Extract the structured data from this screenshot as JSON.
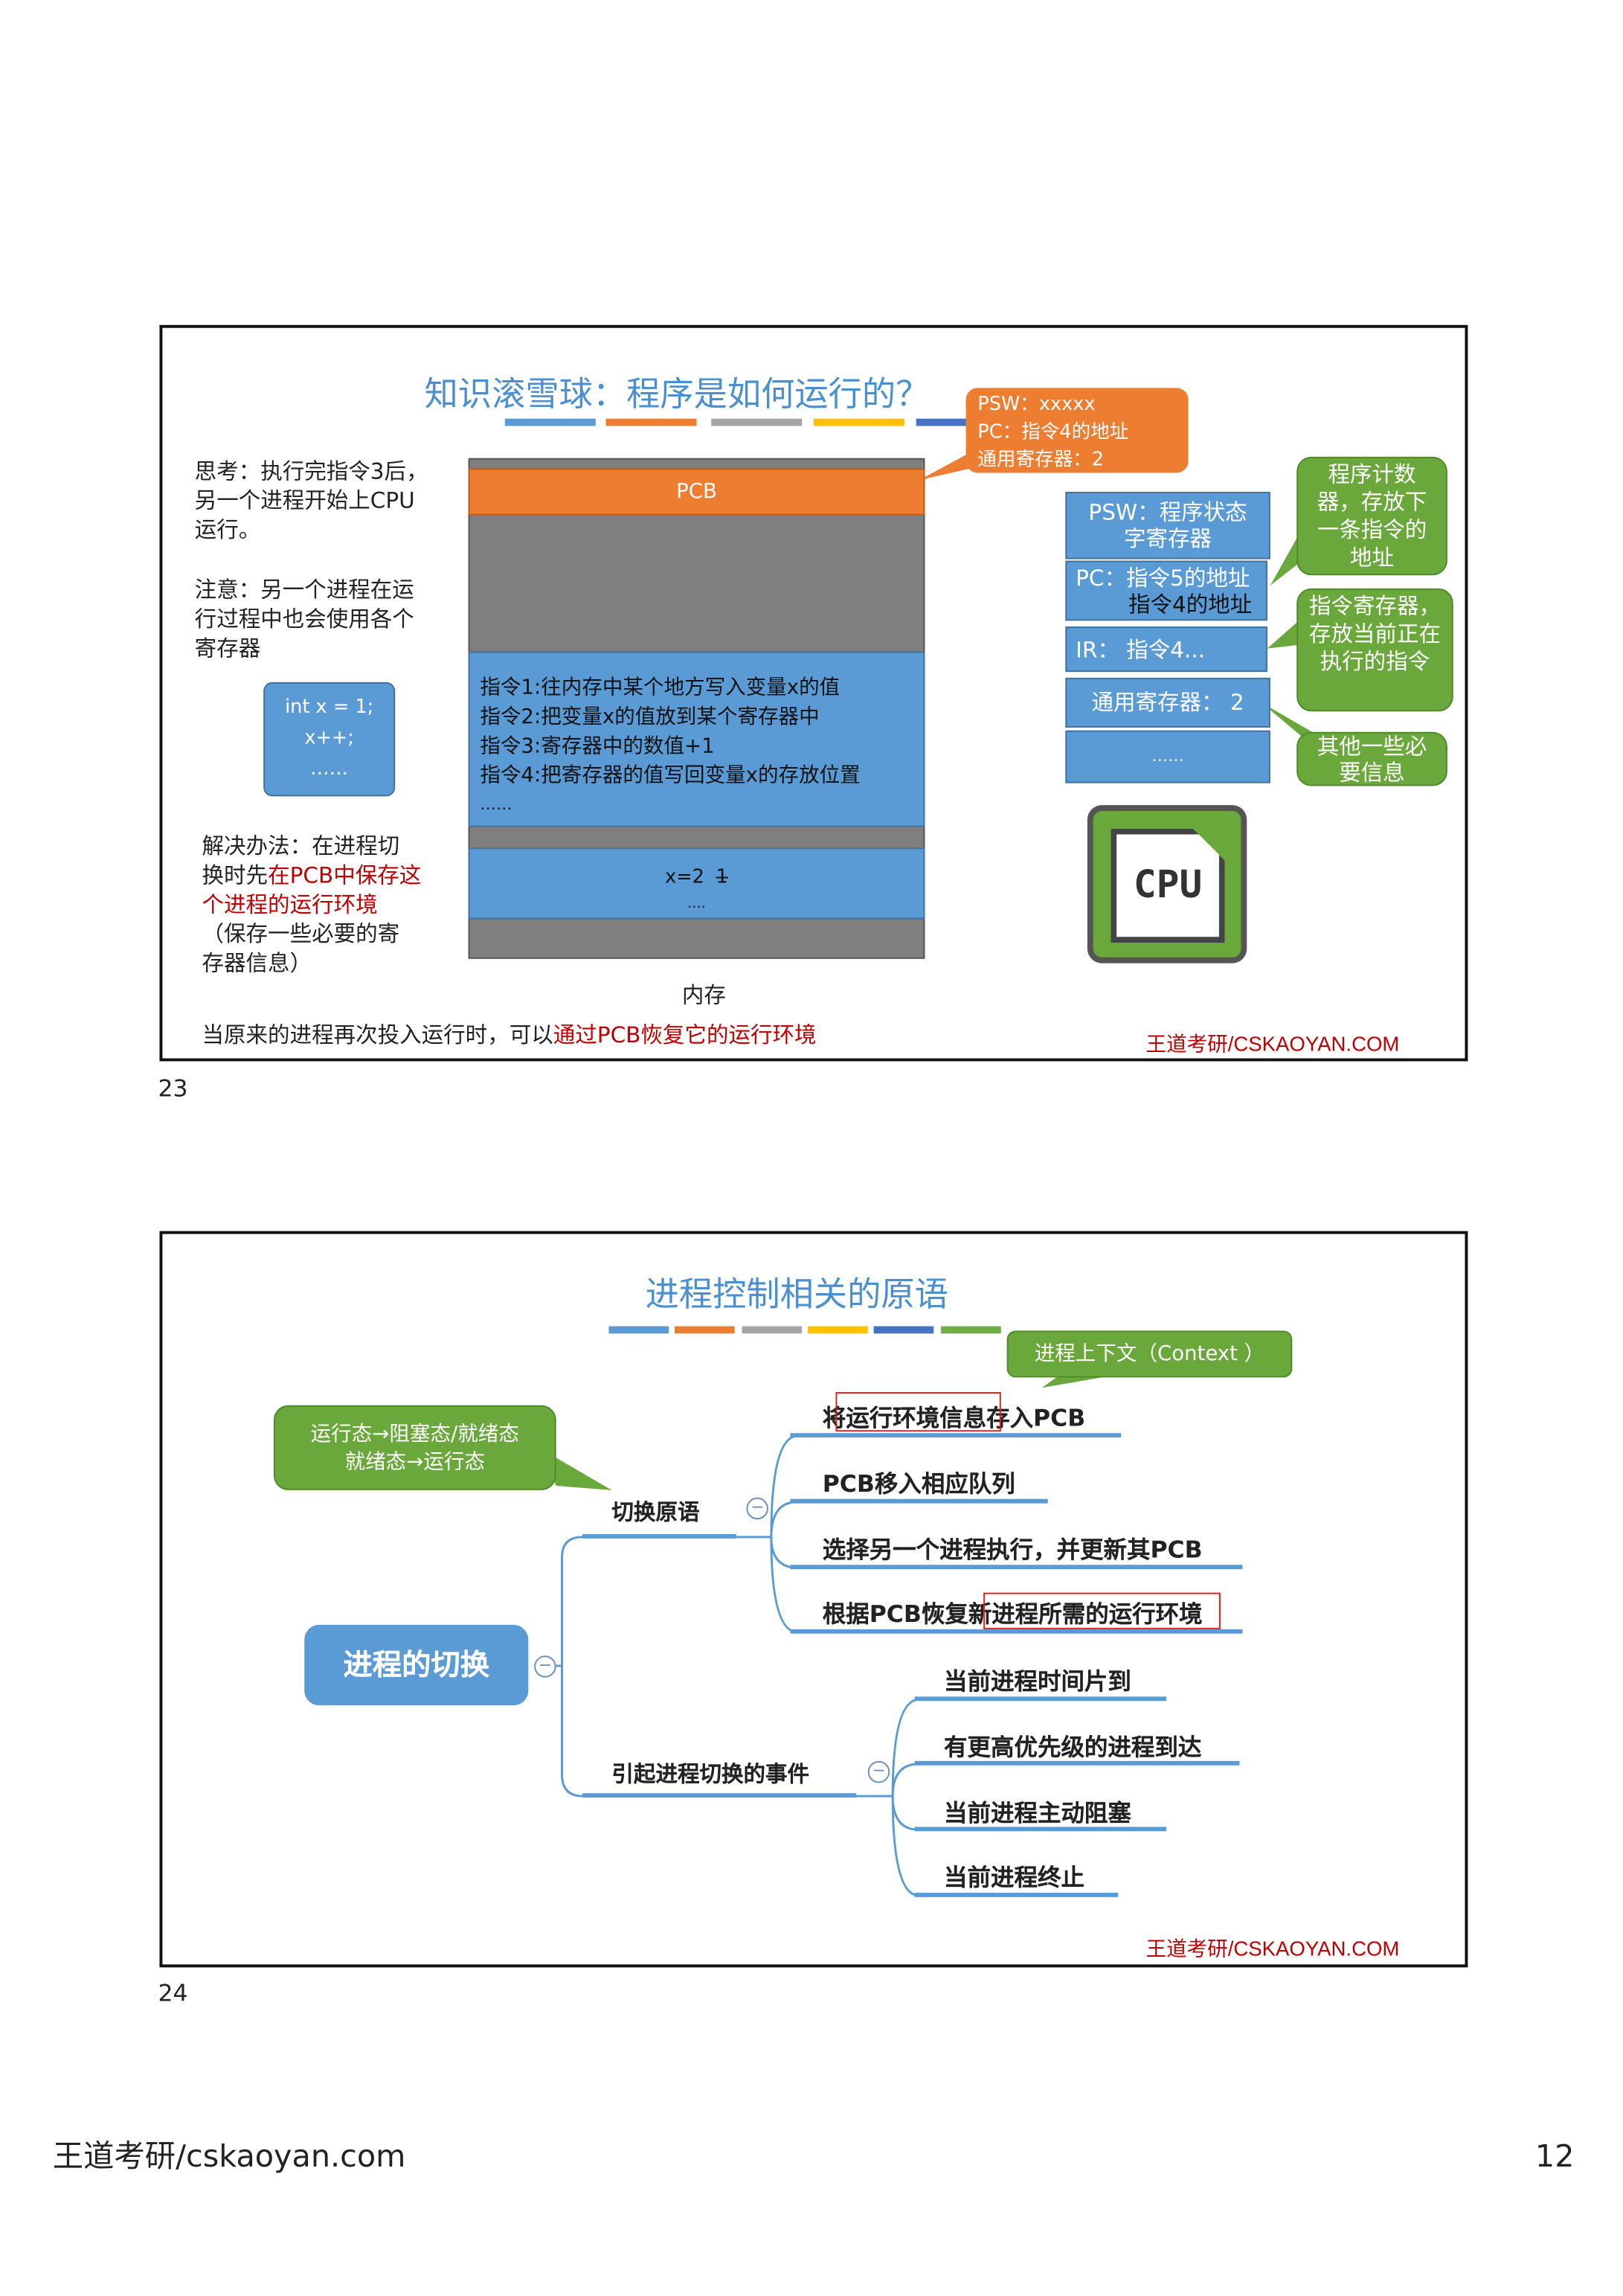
{
  "slide1": {
    "title": "知识滚雪球：程序是如何运行的？",
    "bar_colors": [
      "#5b9bd5",
      "#ed7d31",
      "#a5a5a5",
      "#ffc000",
      "#4472c4"
    ],
    "pcb_callout": [
      "PSW：xxxxx",
      "PC：指令4的地址",
      "通用寄存器：2"
    ],
    "think": [
      "思考：执行完指令3后，",
      "另一个进程开始上CPU",
      "运行。"
    ],
    "note": [
      "注意：另一个进程在运",
      "行过程中也会使用各个",
      "寄存器"
    ],
    "scroll": [
      "int x = 1;",
      "x++;",
      "……"
    ],
    "solution_pre": [
      "解决办法：在进程切",
      "换时先"
    ],
    "solution_red1": "在PCB中保存这",
    "solution_red2": "个进程的运行环境",
    "solution_post": [
      "（保存一些必要的寄",
      "存器信息）"
    ],
    "pcb_label": "PCB",
    "instructions": [
      "指令1:往内存中某个地方写入变量x的值",
      "指令2:把变量x的值放到某个寄存器中",
      "指令3:寄存器中的数值+1",
      "指令4:把寄存器的值写回变量x的存放位置",
      "……"
    ],
    "data_block": [
      "x=2",
      "...."
    ],
    "data_block_overlap": "1",
    "memory_label": "内存",
    "registers": {
      "psw": "PSW：程序状态字寄存器",
      "pc": "PC：指令5的地址",
      "pc_overlap": "指令4的地址",
      "ir": "IR：  指令4...",
      "general": "通用寄存器：  2",
      "more": "……"
    },
    "green_callouts": [
      "程序计数器，存放下一条指令的地址",
      "指令寄存器，存放当前正在执行的指令",
      "其他一些必要信息"
    ],
    "cpu_label": "CPU",
    "bottom_pre": "当原来的进程再次投入运行时，可以",
    "bottom_red": "通过PCB恢复它的运行环境",
    "brand": "王道考研/CSKAOYAN.COM",
    "page_no": "23"
  },
  "slide2": {
    "title": "进程控制相关的原语",
    "bar_colors": [
      "#5b9bd5",
      "#ed7d31",
      "#a5a5a5",
      "#ffc000",
      "#4472c4",
      "#70ad47"
    ],
    "context_callout": "进程上下文（Context ）",
    "state_callout": [
      "运行态→阻塞态/就绪态",
      "就绪态→运行态"
    ],
    "root": "进程的切换",
    "branch1": {
      "label": "切换原语",
      "items": [
        "将运行环境信息存入PCB",
        "PCB移入相应队列",
        "选择另一个进程执行，并更新其PCB",
        "根据PCB恢复新进程所需的运行环境"
      ]
    },
    "branch2": {
      "label": "引起进程切换的事件",
      "items": [
        "当前进程时间片到",
        "有更高优先级的进程到达",
        "当前进程主动阻塞",
        "当前进程终止"
      ]
    },
    "brand": "王道考研/CSKAOYAN.COM",
    "page_no": "24"
  },
  "footer": {
    "site": "王道考研/cskaoyan.com",
    "page": "12"
  },
  "colors": {
    "accent_blue": "#5b9bd5",
    "orange": "#ed7d31",
    "green": "#6aa83c",
    "red": "#c00000",
    "title_blue": "#4a90d0"
  }
}
